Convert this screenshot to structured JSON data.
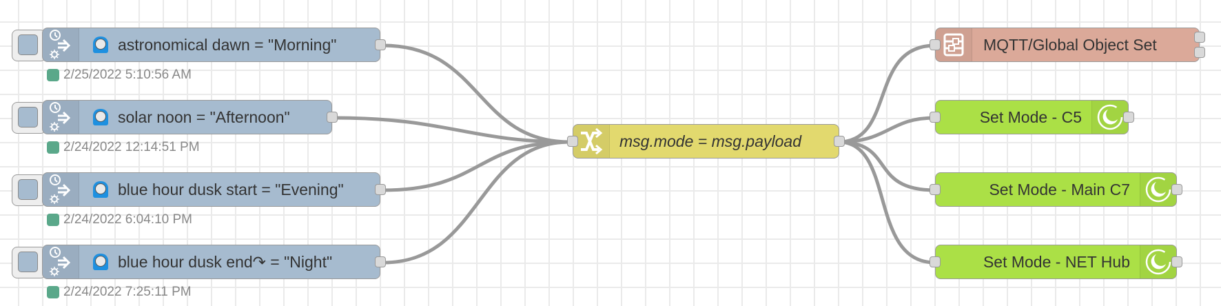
{
  "flow": {
    "inject_nodes": [
      {
        "label": "astronomical dawn = \"Morning\"",
        "status": "2/25/2022 5:10:56 AM",
        "status_color": "#5aa88a"
      },
      {
        "label": "solar noon = \"Afternoon\"",
        "status": "2/24/2022 12:14:51 PM",
        "status_color": "#5aa88a"
      },
      {
        "label": "blue hour dusk start = \"Evening\"",
        "status": "2/24/2022 6:04:10 PM",
        "status_color": "#5aa88a"
      },
      {
        "label": "blue hour dusk end↷ = \"Night\"",
        "status": "2/24/2022 7:25:11 PM",
        "status_color": "#5aa88a"
      }
    ],
    "change_node": {
      "label": "msg.mode = msg.payload",
      "icon": "shuffle-icon"
    },
    "output_nodes": [
      {
        "label": "MQTT/Global Object Set",
        "icon": "subflow-icon",
        "type": "subflow"
      },
      {
        "label": "Set Mode - C5",
        "icon": "moon-icon",
        "type": "set-mode"
      },
      {
        "label": "Set Mode - Main C7",
        "icon": "moon-icon",
        "type": "set-mode"
      },
      {
        "label": "Set Mode - NET Hub",
        "icon": "moon-icon",
        "type": "set-mode"
      }
    ]
  },
  "colors": {
    "inject": "#a6bbcf",
    "change": "#e2d96e",
    "subflow": "#dba999",
    "set_mode": "#abe046",
    "wire": "#999999",
    "status_ok": "#5aa88a"
  }
}
